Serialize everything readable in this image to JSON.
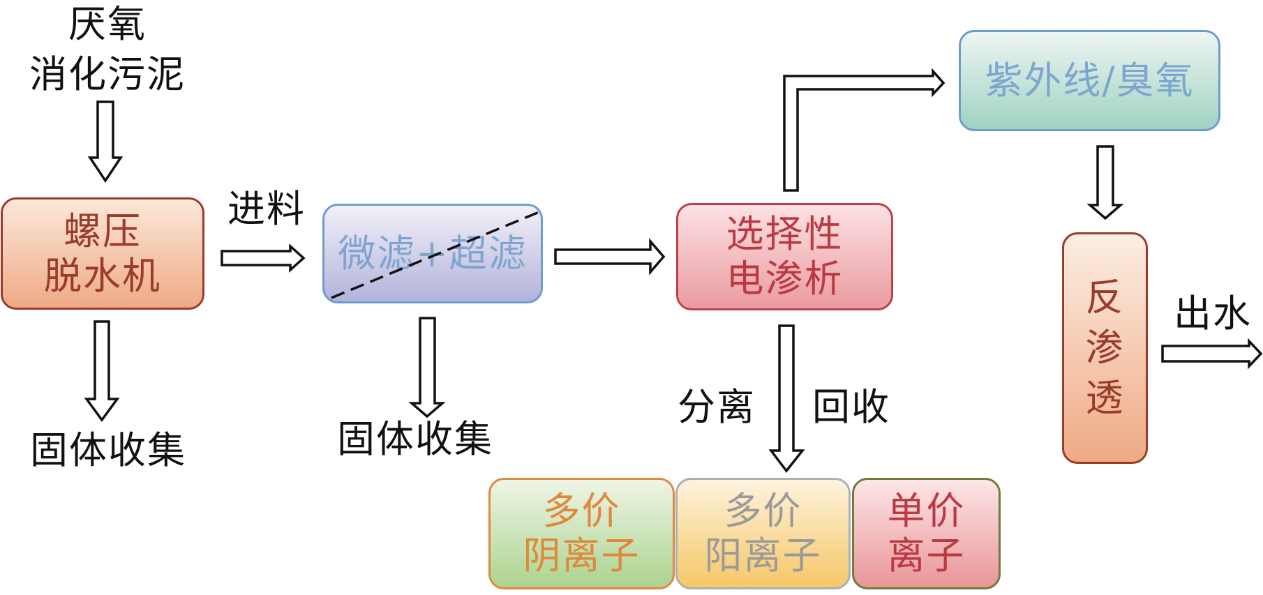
{
  "diagram": {
    "type": "process-flow",
    "input": {
      "line1": "厌氧",
      "line2": "消化污泥"
    },
    "nodes": {
      "screw_press": {
        "line1": "螺压",
        "line2": "脱水机",
        "color": "#9b3b2c"
      },
      "mf_uf": {
        "label": "微滤+超滤",
        "color": "#7ea5cf"
      },
      "selective_ed": {
        "line1": "选择性",
        "line2": "电渗析",
        "color": "#bb3a42"
      },
      "uv_ozone": {
        "label": "紫外线/臭氧",
        "color": "#7ea5cf"
      },
      "reverse_osmosis": {
        "chars": [
          "反",
          "渗",
          "透"
        ],
        "color": "#9b3b2c"
      },
      "multivalent_anion": {
        "line1": "多价",
        "line2": "阴离子",
        "color": "#e0883a"
      },
      "multivalent_cation": {
        "line1": "多价",
        "line2": "阳离子",
        "color": "#9a9a9a"
      },
      "monovalent_ion": {
        "line1": "单价",
        "line2": "离子",
        "color": "#bb3a42"
      }
    },
    "labels": {
      "feed": "进料",
      "solids_collection_1": "固体收集",
      "solids_collection_2": "固体收集",
      "separation": "分离",
      "recovery": "回收",
      "effluent": "出水"
    },
    "edges": [
      {
        "from": "input",
        "to": "screw_press"
      },
      {
        "from": "screw_press",
        "to": "mf_uf",
        "label": "进料"
      },
      {
        "from": "screw_press",
        "to": "solids_collection_1"
      },
      {
        "from": "mf_uf",
        "to": "selective_ed"
      },
      {
        "from": "mf_uf",
        "to": "solids_collection_2"
      },
      {
        "from": "selective_ed",
        "to": "uv_ozone"
      },
      {
        "from": "selective_ed",
        "to": "ion_products",
        "label": "分离 回收"
      },
      {
        "from": "uv_ozone",
        "to": "reverse_osmosis"
      },
      {
        "from": "reverse_osmosis",
        "to": "effluent",
        "label": "出水"
      }
    ]
  }
}
